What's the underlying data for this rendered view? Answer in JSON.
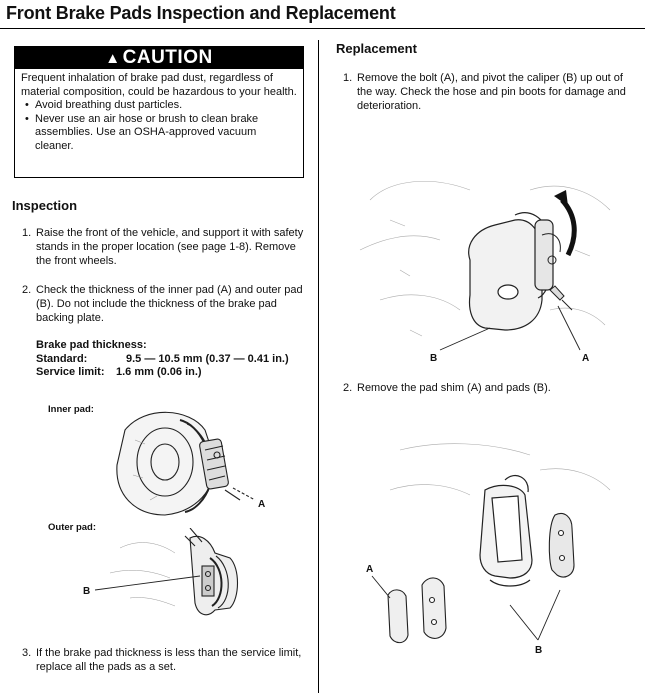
{
  "title": "Front Brake Pads Inspection and Replacement",
  "caution": {
    "heading": "CAUTION",
    "intro": "Frequent inhalation of brake pad dust, regardless of material composition, could be hazardous to your health.",
    "bullets": [
      "Avoid breathing dust particles.",
      "Never use an air hose or brush to clean brake assemblies. Use an OSHA-approved vacuum cleaner."
    ]
  },
  "inspection": {
    "heading": "Inspection",
    "steps": [
      {
        "num": "1.",
        "text": "Raise the front of the vehicle, and support it with safety stands in the proper location (see page 1-8). Remove the front wheels."
      },
      {
        "num": "2.",
        "text": "Check the thickness of the inner pad (A) and outer pad (B). Do not include the thickness of the brake pad backing plate."
      },
      {
        "num": "3.",
        "text": "If the brake pad thickness is less than the service limit, replace all the pads as a set."
      }
    ],
    "spec": {
      "heading": "Brake pad thickness:",
      "standard_label": "Standard:",
      "standard_value": "9.5 — 10.5 mm (0.37 — 0.41 in.)",
      "service_label": "Service limit:",
      "service_value": "1.6 mm (0.06 in.)"
    },
    "figure_labels": {
      "inner": "Inner pad:",
      "outer": "Outer pad:",
      "a": "A",
      "b": "B"
    }
  },
  "replacement": {
    "heading": "Replacement",
    "steps": [
      {
        "num": "1.",
        "text": "Remove the bolt (A), and pivot the caliper (B) up out of the way. Check the hose and pin boots for damage and deterioration."
      },
      {
        "num": "2.",
        "text": "Remove the pad shim (A) and pads (B)."
      }
    ],
    "figure_labels": {
      "fig1_a": "A",
      "fig1_b": "B",
      "fig2_a": "A",
      "fig2_b": "B"
    }
  }
}
